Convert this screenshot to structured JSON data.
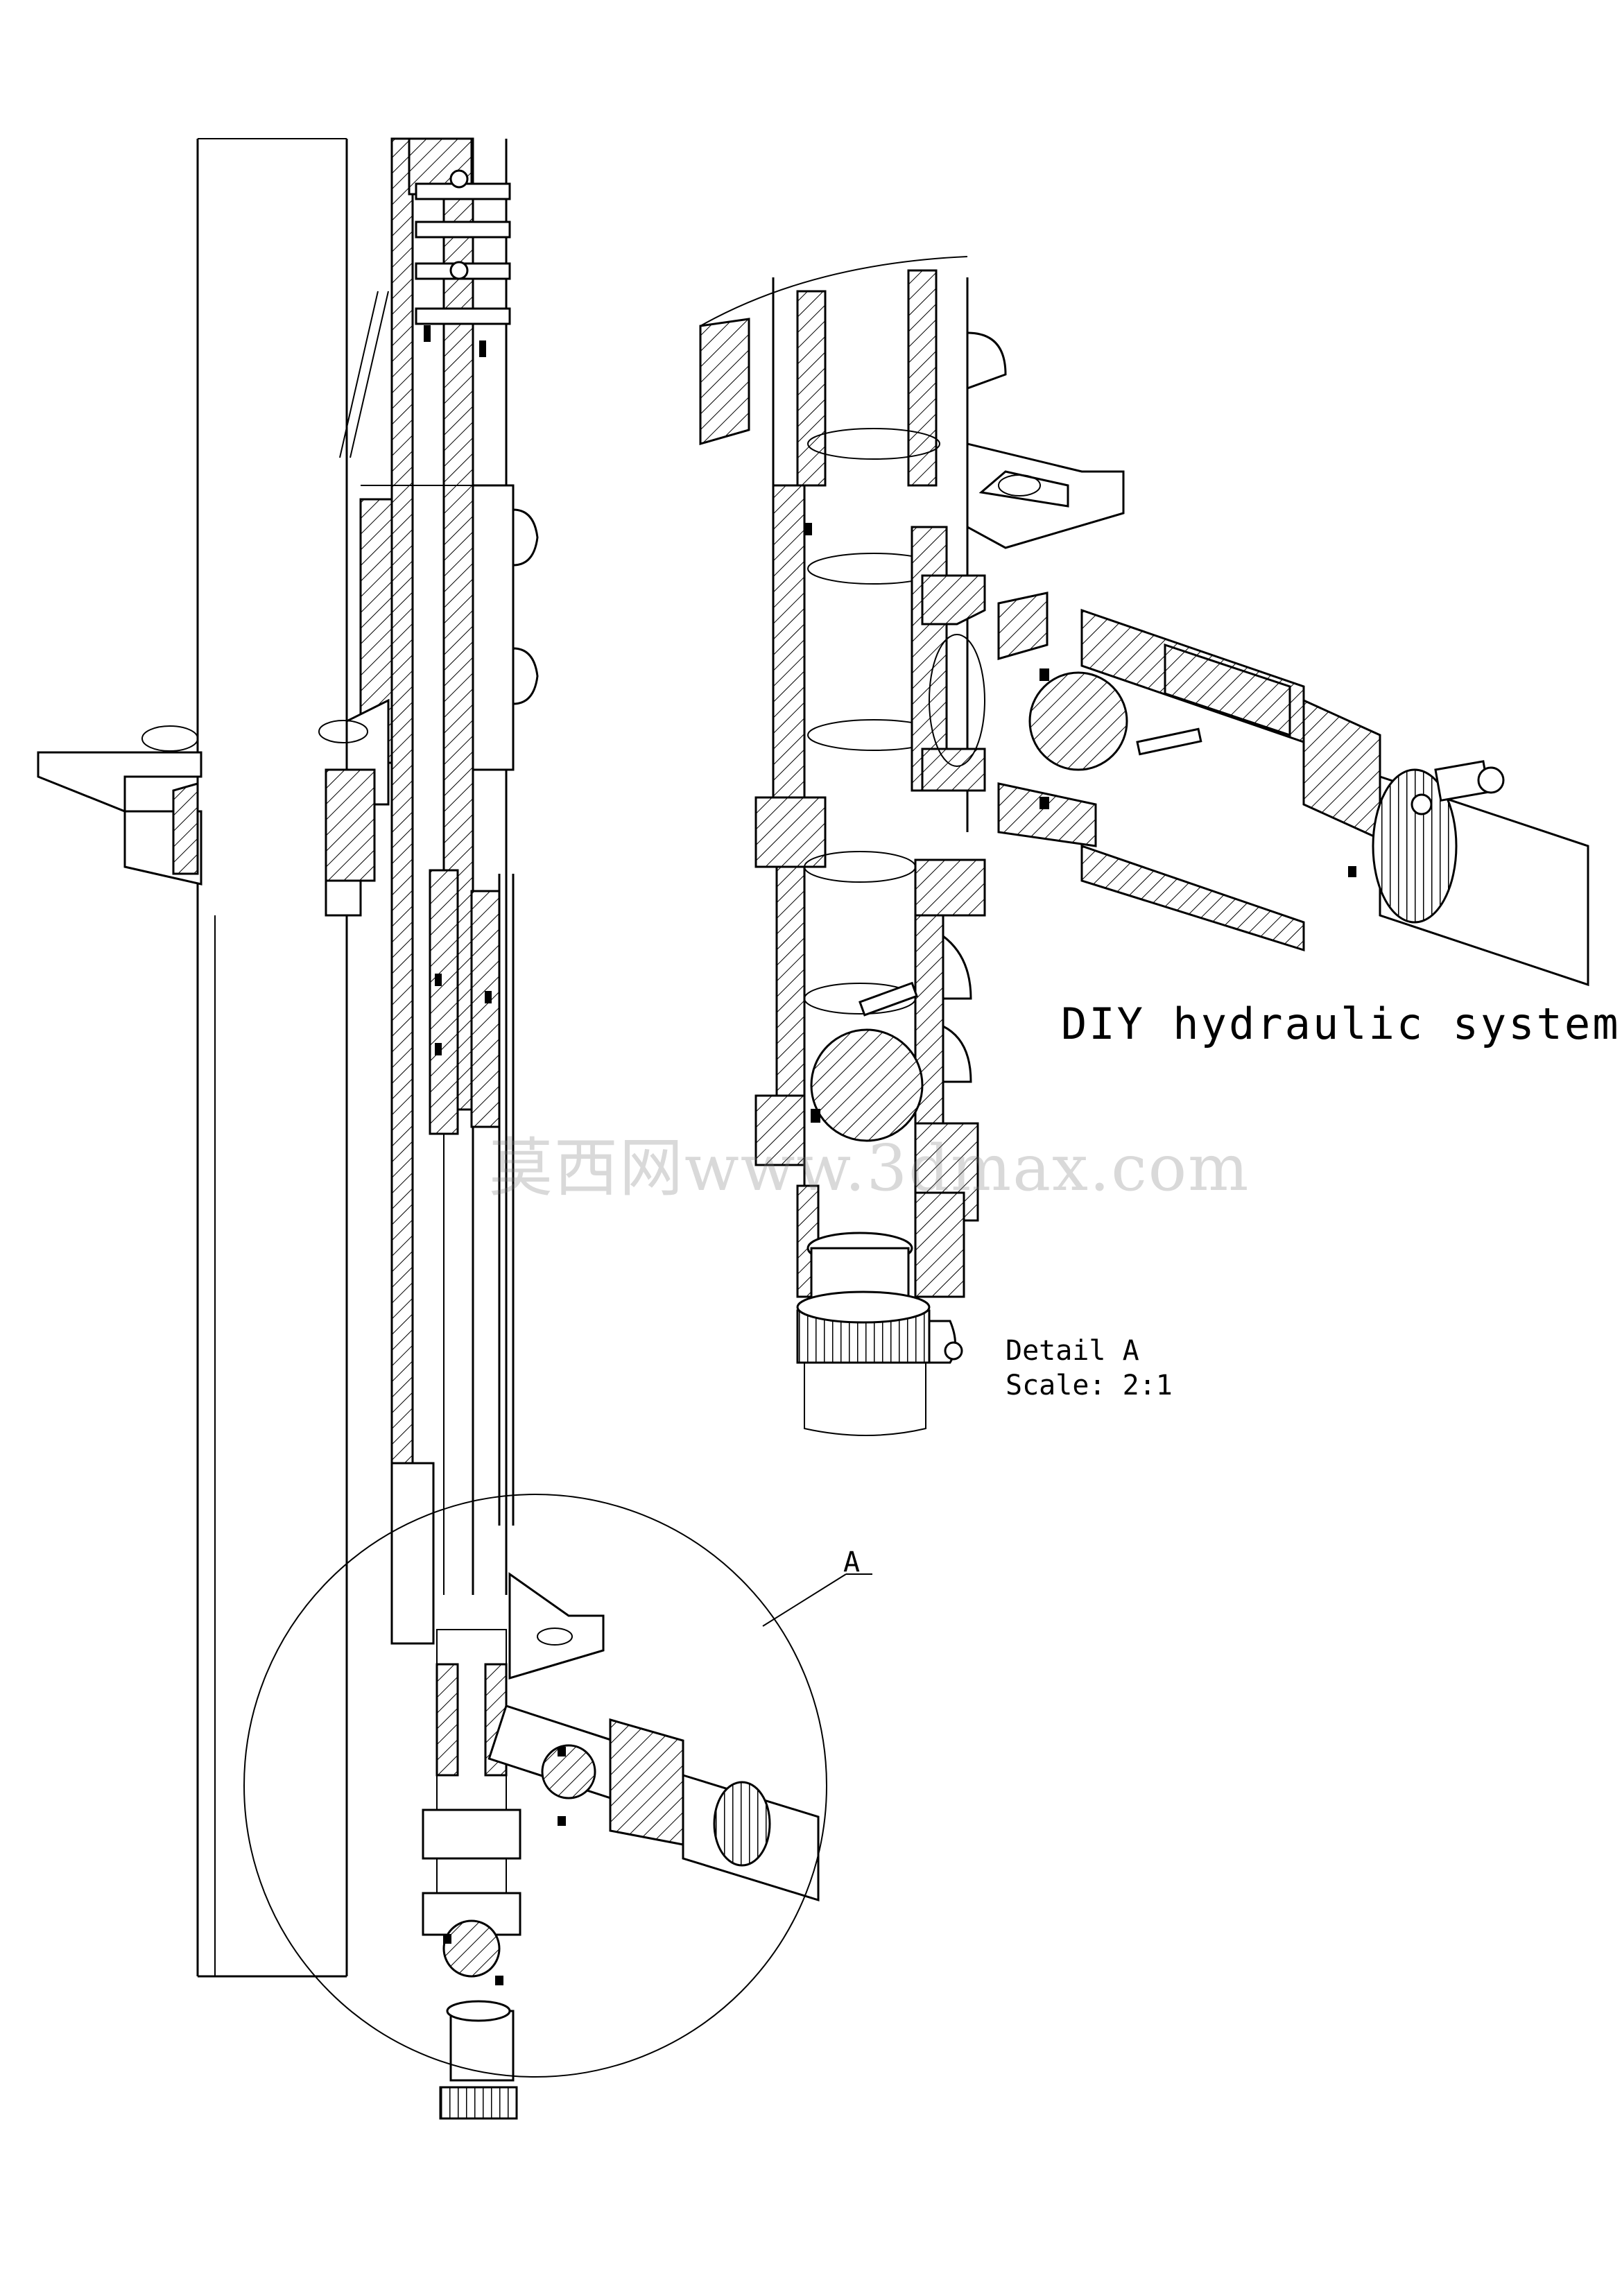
{
  "title": "DIY hydraulic system",
  "detail": {
    "label": "Detail A",
    "scale": "Scale:  2:1"
  },
  "callout": {
    "label": "A"
  },
  "watermark": "莫西网www.3dmax.com",
  "colors": {
    "line": "#000000",
    "background": "#ffffff"
  }
}
